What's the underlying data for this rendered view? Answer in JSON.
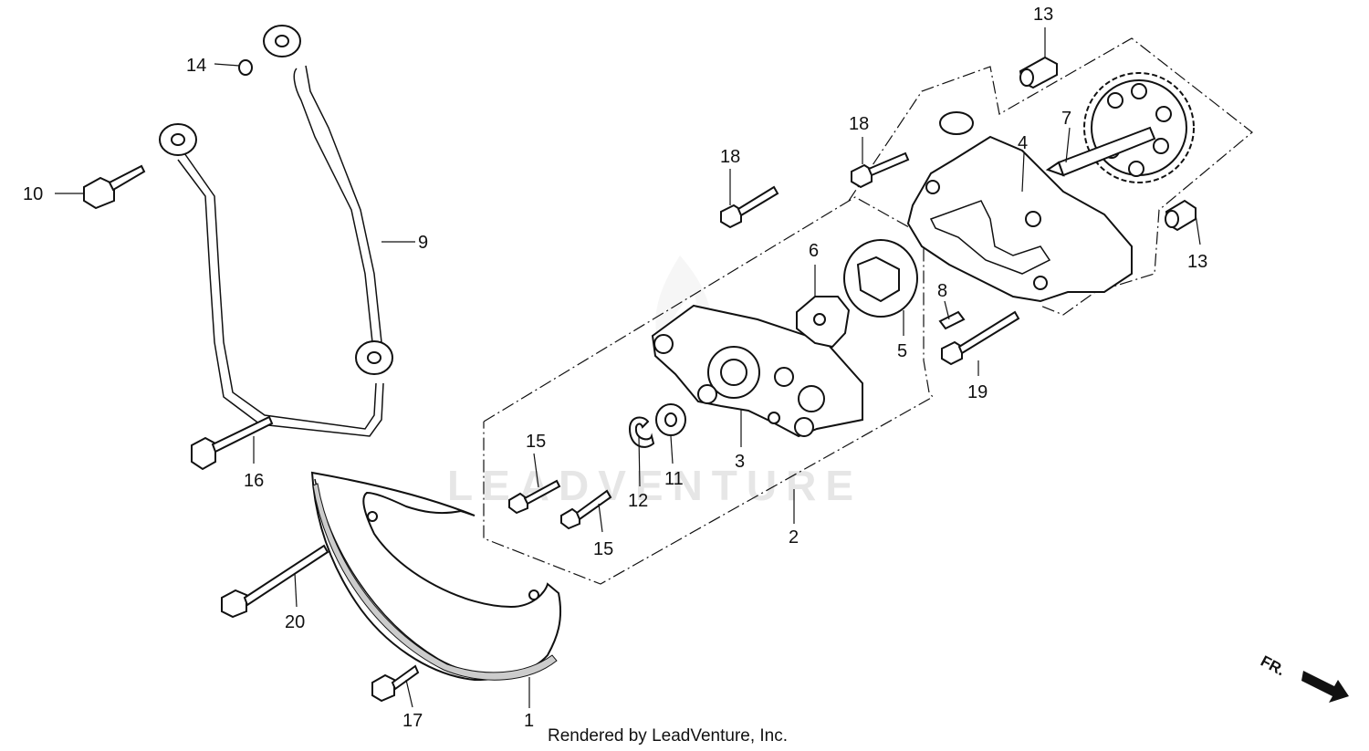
{
  "watermark": "LEADVENTURE",
  "footer": "Rendered by LeadVenture, Inc.",
  "fr_marker": "FR.",
  "callouts": {
    "c1": "1",
    "c2": "2",
    "c3": "3",
    "c4": "4",
    "c5": "5",
    "c6": "6",
    "c7": "7",
    "c8": "8",
    "c9": "9",
    "c10": "10",
    "c11": "11",
    "c12": "12",
    "c13a": "13",
    "c13b": "13",
    "c14": "14",
    "c15a": "15",
    "c15b": "15",
    "c16": "16",
    "c17": "17",
    "c18a": "18",
    "c18b": "18",
    "c19": "19",
    "c20": "20"
  }
}
